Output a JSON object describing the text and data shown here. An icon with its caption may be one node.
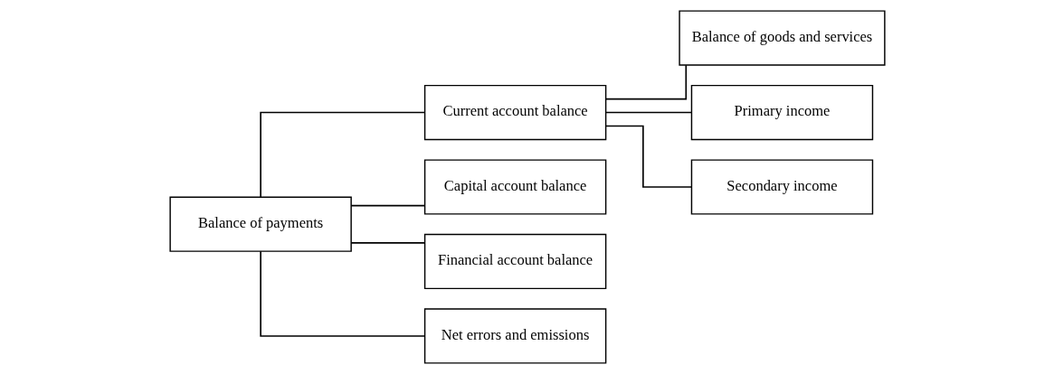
{
  "diagram": {
    "nodes": [
      {
        "text": [
          "Balance of payments"
        ]
      },
      {
        "text": [
          "Current account balance"
        ]
      },
      {
        "text": [
          "Capital account balance"
        ]
      },
      {
        "text": [
          "Financial account balance"
        ]
      },
      {
        "text": [
          "Net errors and emissions"
        ]
      },
      {
        "text": [
          "Balance of goods and services"
        ]
      },
      {
        "text": [
          "Primary income"
        ]
      },
      {
        "text": [
          "Secondary income"
        ]
      }
    ],
    "edges": [
      {
        "from": 0,
        "to": 1,
        "arrow": "none"
      },
      {
        "from": 0,
        "to": 2,
        "arrow": "none"
      },
      {
        "from": 0,
        "to": 3,
        "arrow": "none"
      },
      {
        "from": 0,
        "to": 4,
        "arrow": "none"
      },
      {
        "from": 1,
        "to": 5,
        "arrow": "none"
      },
      {
        "from": 1,
        "to": 6,
        "arrow": "none"
      },
      {
        "from": 1,
        "to": 7,
        "arrow": "none"
      }
    ]
  }
}
